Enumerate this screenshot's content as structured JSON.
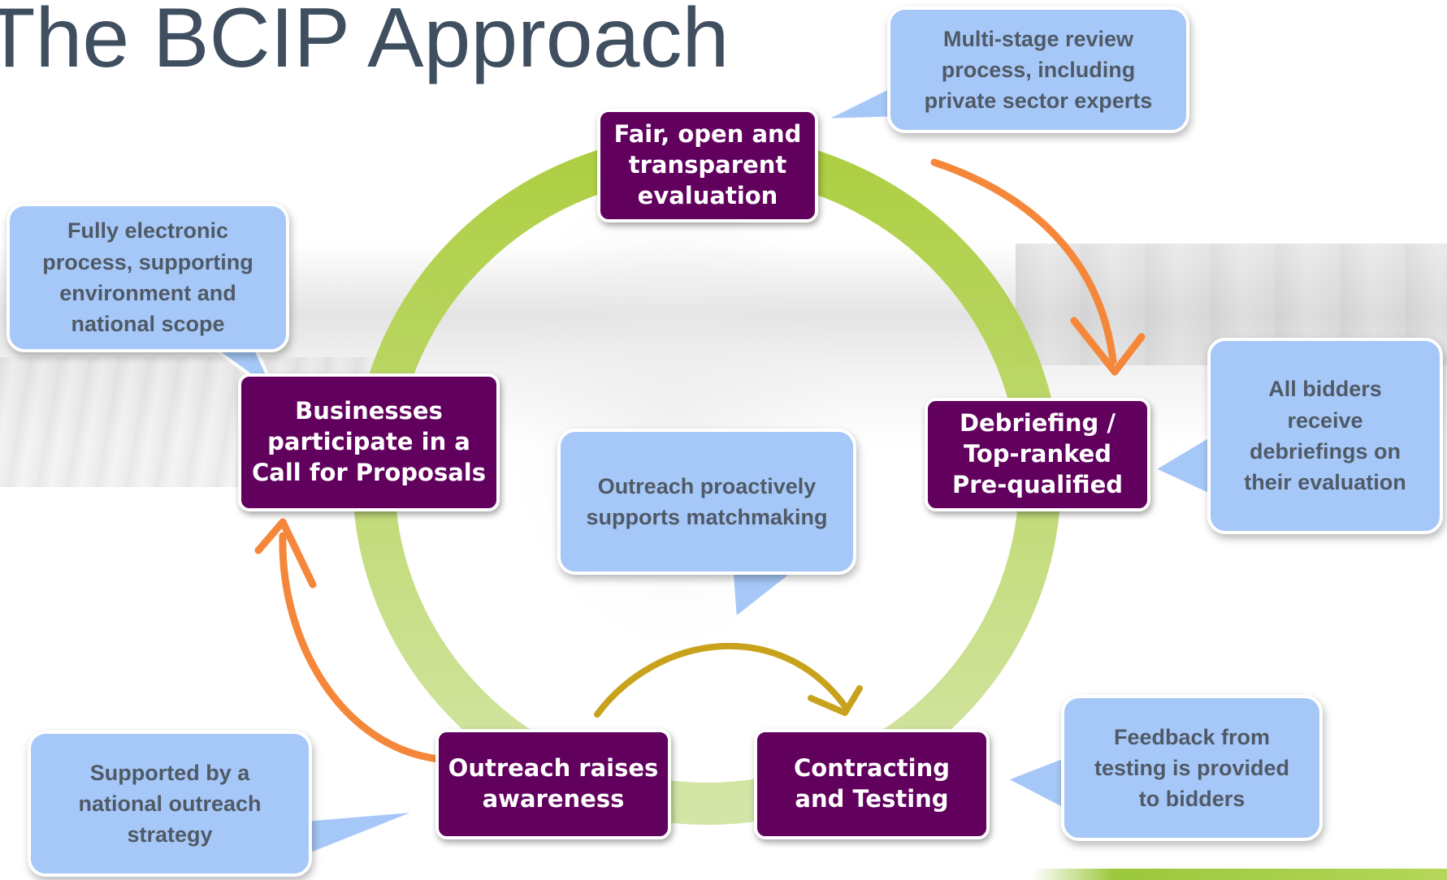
{
  "title": "The BCIP Approach",
  "colors": {
    "stage_fill": "#62005e",
    "note_fill": "#a6c8f8",
    "cycle_ring": "#afd03a",
    "cycle_arrow": "#f5873a",
    "matchmaking_arrow": "#c9a21c",
    "title_text": "#3f4f5f"
  },
  "stages": {
    "evaluation": "Fair, open and\ntransparent\nevaluation",
    "debriefing": "Debriefing /\nTop-ranked\nPre-qualified",
    "contracting": "Contracting\nand Testing",
    "outreach": "Outreach raises\nawareness",
    "call_for_proposals": "Businesses\nparticipate in a\nCall for Proposals"
  },
  "notes": {
    "review": "Multi-stage review\nprocess, including\nprivate sector experts",
    "electronic": "Fully electronic\nprocess, supporting\nenvironment and\nnational scope",
    "debriefings": "All bidders\nreceive\ndebriefings on\ntheir evaluation",
    "matchmaking": "Outreach proactively\nsupports matchmaking",
    "feedback": "Feedback from\ntesting is provided\nto bidders",
    "outreach_strategy": "Supported by a\nnational outreach\nstrategy"
  }
}
